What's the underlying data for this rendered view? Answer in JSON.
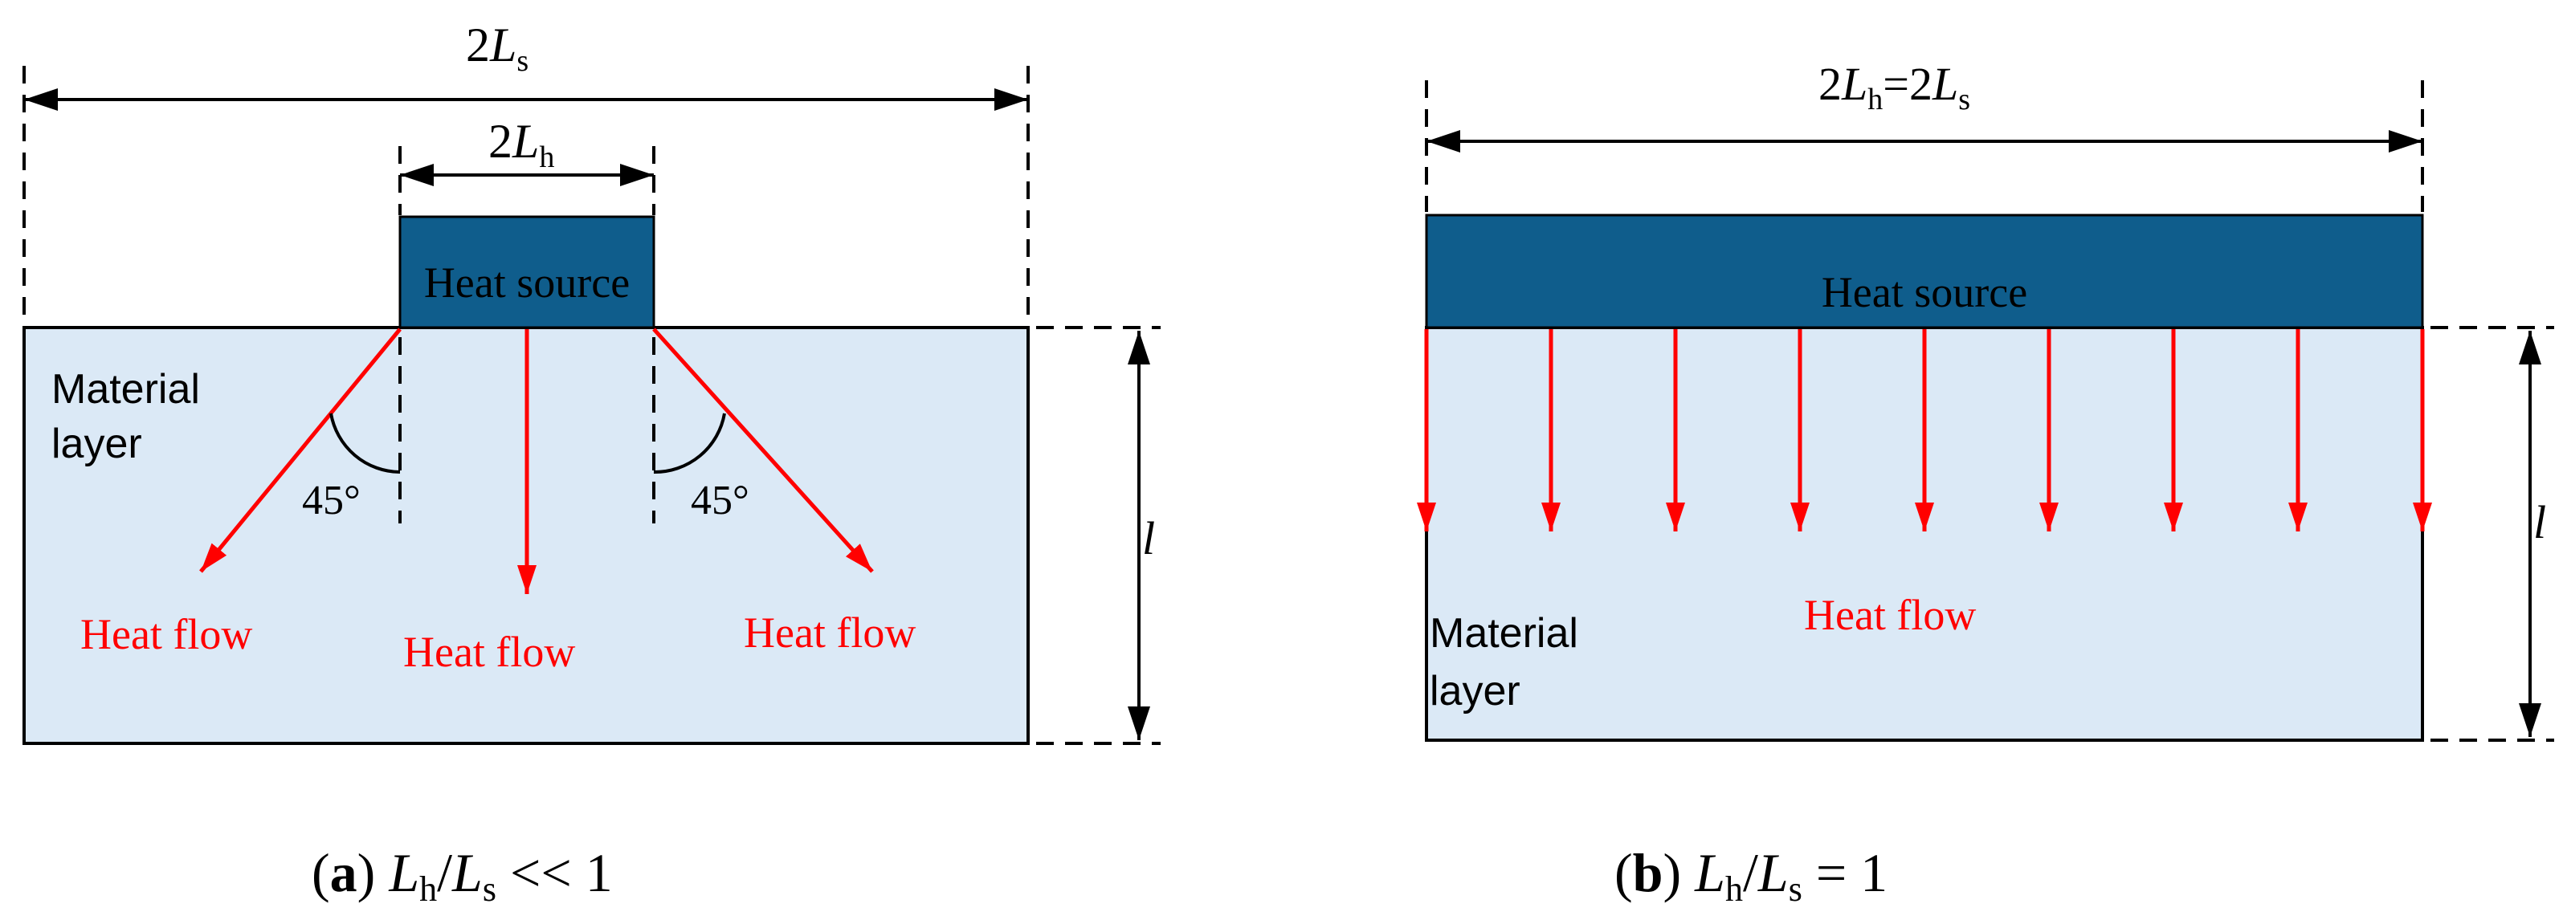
{
  "panel_a": {
    "dim_outer": {
      "prefix": "2",
      "var": "L",
      "sub": "s"
    },
    "dim_inner": {
      "prefix": "2",
      "var": "L",
      "sub": "h"
    },
    "heat_source": "Heat source",
    "material_line1": "Material",
    "material_line2": "layer",
    "angle_left": "45°",
    "angle_right": "45°",
    "heat_flow_left": "Heat flow",
    "heat_flow_center": "Heat flow",
    "heat_flow_right": "Heat flow",
    "thickness": "l",
    "caption": {
      "letter": "a",
      "L1": "L",
      "s1": "h",
      "slash": "/",
      "L2": "L",
      "s2": "s",
      "rel": " << 1"
    }
  },
  "panel_b": {
    "dim": {
      "a": "2",
      "L1": "L",
      "s1": "h",
      "eq": "=2",
      "L2": "L",
      "s2": "s"
    },
    "heat_source": "Heat source",
    "heat_flow": "Heat flow",
    "material_line1": "Material",
    "material_line2": "layer",
    "thickness": "l",
    "caption": {
      "letter": "b",
      "L1": "L",
      "s1": "h",
      "slash": "/",
      "L2": "L",
      "s2": "s",
      "rel": " = 1"
    }
  },
  "colors": {
    "material": "#dbe9f6",
    "heat_source": "#0f5d8c",
    "heat_flow": "#ff0000",
    "line": "#000000"
  }
}
